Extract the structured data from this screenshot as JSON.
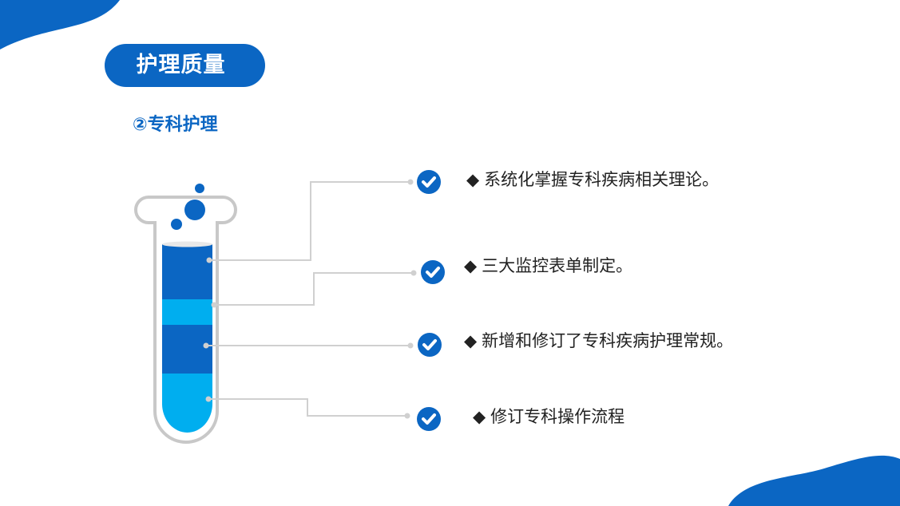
{
  "header": {
    "title": "护理质量",
    "subtitle": "②专科护理"
  },
  "items": [
    {
      "bullet": "◆",
      "text": "系统化掌握专科疾病相关理论。"
    },
    {
      "bullet": "◆",
      "text": "三大监控表单制定。"
    },
    {
      "bullet": "◆",
      "text": "新增和修订了专科疾病护理常规。"
    },
    {
      "bullet": "◆",
      "text": "修订专科操作流程"
    }
  ],
  "colors": {
    "primary": "#0b66c3",
    "light": "#00aeef",
    "connector": "#d0d0d0",
    "tube_outline": "#c8c8c8"
  },
  "icons": [
    "check-circle-icon",
    "bubble-icon",
    "test-tube-icon"
  ]
}
